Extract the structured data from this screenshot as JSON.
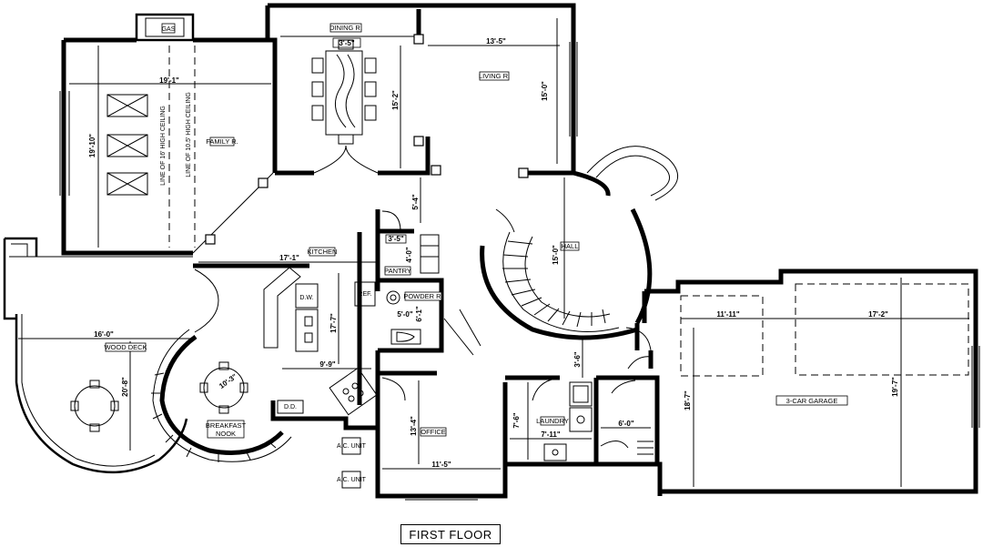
{
  "title": "FIRST FLOOR",
  "rooms": {
    "dining": "DINING R.",
    "living": "LIVING R.",
    "family": "FAMILY R.",
    "kitchen": "KITCHEN",
    "pantry": "PANTRY",
    "powder": "POWDER R.",
    "hall": "HALL",
    "wood_deck": "WOOD DECK",
    "breakfast_1": "BREAKFAST",
    "breakfast_2": "NOOK",
    "office": "OFFICE",
    "laundry": "LAUNDRY",
    "garage": "3-CAR GARAGE"
  },
  "notes": {
    "ceiling_16": "LINE OF 16' HIGH CEILING",
    "ceiling_10": "LINE OF 10.5' HIGH CEILING",
    "gas": "GAS",
    "ac_1": "A.C. UNIT",
    "ac_2": "A.C. UNIT",
    "ref": "REF.",
    "dw": "D.W.",
    "dd": "D.D."
  },
  "dimensions": {
    "dining_w": "3'-5\"",
    "dining_d": "15'-2\"",
    "living_w": "13'-5\"",
    "living_d": "15'-0\"",
    "family_w": "19'-1\"",
    "family_d": "19'-10\"",
    "hall_d1": "5'-4\"",
    "hall_d2": "15'-0\"",
    "kitchen_w": "17'-1\"",
    "kitchen_d": "17'-7\"",
    "kitchen_island": "9'-9\"",
    "pantry_w": "3'-5\"",
    "pantry_d": "4'-0\"",
    "powder_w": "5'-0\"",
    "powder_d": "6'-1\"",
    "deck_w": "16'-0\"",
    "deck_d": "20'-8\"",
    "nook_d": "10'-3\"",
    "office_w": "11'-5\"",
    "office_d": "13'-4\"",
    "laundry_w": "7'-11\"",
    "laundry_d": "7'-6\"",
    "hall_gap": "3'-6\"",
    "closet_w": "6'-0\"",
    "garage_w1": "11'-11\"",
    "garage_w2": "17'-2\"",
    "garage_d1": "18'-7\"",
    "garage_d2": "19'-7\""
  }
}
